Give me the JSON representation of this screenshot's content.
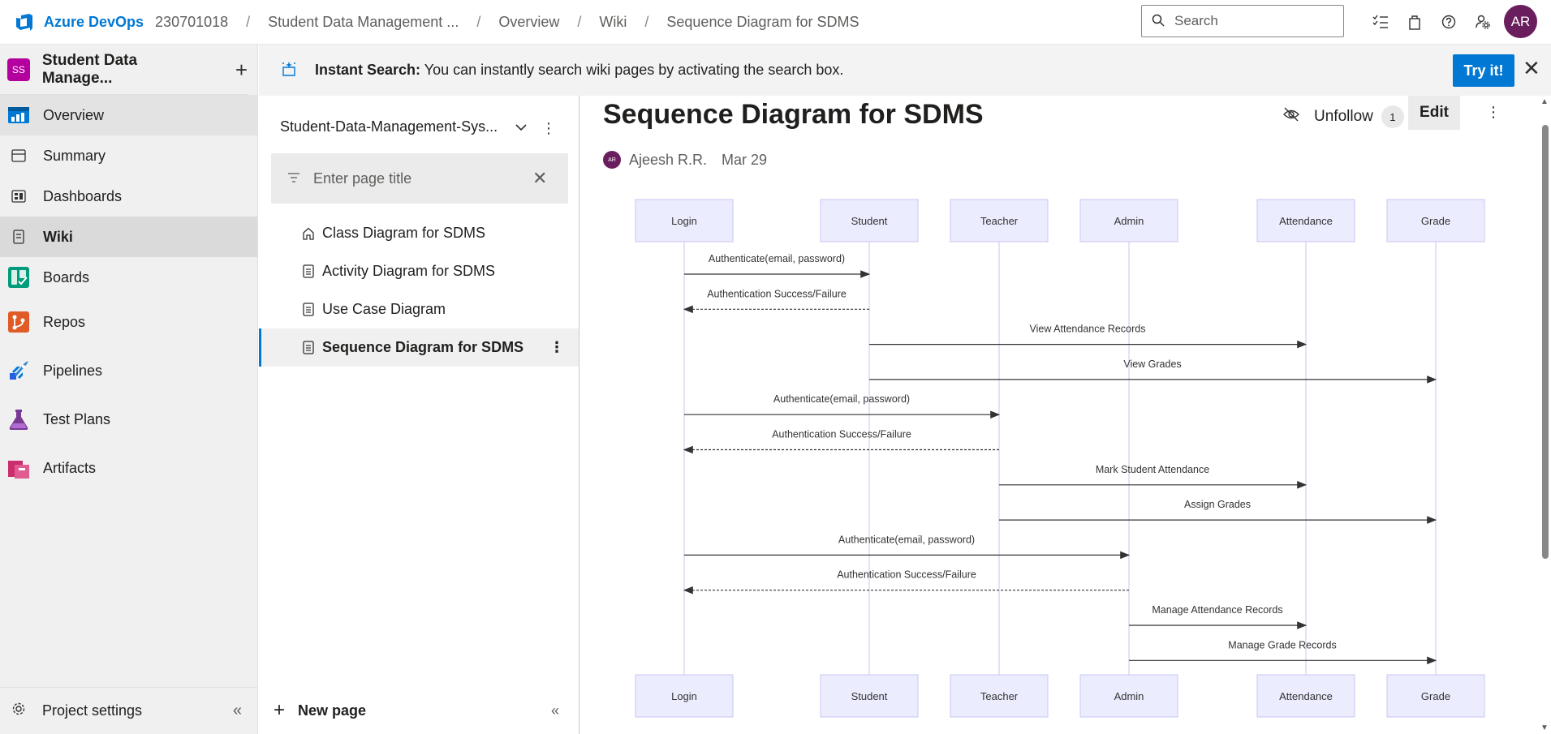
{
  "header": {
    "brand": "Azure DevOps",
    "breadcrumbs": [
      "230701018",
      "Student Data Management ...",
      "Overview",
      "Wiki",
      "Sequence Diagram for SDMS"
    ],
    "search_placeholder": "Search",
    "avatar_initials": "AR",
    "icons": [
      "checklist-icon",
      "shopping-bag-icon",
      "help-icon",
      "user-settings-icon"
    ]
  },
  "sidebar": {
    "project_initials": "SS",
    "project_name": "Student Data Manage...",
    "items": [
      {
        "label": "Overview",
        "icon": "overview-icon"
      },
      {
        "label": "Summary",
        "icon": "summary-icon"
      },
      {
        "label": "Dashboards",
        "icon": "dashboards-icon"
      },
      {
        "label": "Wiki",
        "icon": "wiki-icon"
      },
      {
        "label": "Boards",
        "icon": "boards-icon"
      },
      {
        "label": "Repos",
        "icon": "repos-icon"
      },
      {
        "label": "Pipelines",
        "icon": "pipelines-icon"
      },
      {
        "label": "Test Plans",
        "icon": "test-plans-icon"
      },
      {
        "label": "Artifacts",
        "icon": "artifacts-icon"
      }
    ],
    "settings_label": "Project settings"
  },
  "banner": {
    "title": "Instant Search:",
    "text": "You can instantly search wiki pages by activating the search box.",
    "button": "Try it!"
  },
  "tree": {
    "wiki_name": "Student-Data-Management-Sys...",
    "filter_placeholder": "Enter page title",
    "pages": [
      {
        "label": "Class Diagram for SDMS",
        "icon": "home-icon"
      },
      {
        "label": "Activity Diagram for SDMS",
        "icon": "page-icon"
      },
      {
        "label": "Use Case Diagram",
        "icon": "page-icon"
      },
      {
        "label": "Sequence Diagram for SDMS",
        "icon": "page-icon",
        "selected": true
      }
    ],
    "new_page_label": "New page"
  },
  "content": {
    "title": "Sequence Diagram for SDMS",
    "unfollow_label": "Unfollow",
    "follow_count": "1",
    "edit_label": "Edit",
    "author_initials": "AR",
    "author": "Ajeesh R.R.",
    "date": "Mar 29"
  },
  "diagram": {
    "participants": [
      "Login",
      "Student",
      "Teacher",
      "Admin",
      "Attendance",
      "Grade"
    ],
    "messages": [
      {
        "from": "Login",
        "to": "Student",
        "label": "Authenticate(email, password)",
        "type": "solid"
      },
      {
        "from": "Student",
        "to": "Login",
        "label": "Authentication Success/Failure",
        "type": "dotted"
      },
      {
        "from": "Student",
        "to": "Attendance",
        "label": "View Attendance Records",
        "type": "solid"
      },
      {
        "from": "Student",
        "to": "Grade",
        "label": "View Grades",
        "type": "solid"
      },
      {
        "from": "Login",
        "to": "Teacher",
        "label": "Authenticate(email, password)",
        "type": "solid"
      },
      {
        "from": "Teacher",
        "to": "Login",
        "label": "Authentication Success/Failure",
        "type": "dotted"
      },
      {
        "from": "Teacher",
        "to": "Attendance",
        "label": "Mark Student Attendance",
        "type": "solid"
      },
      {
        "from": "Teacher",
        "to": "Grade",
        "label": "Assign Grades",
        "type": "solid"
      },
      {
        "from": "Login",
        "to": "Admin",
        "label": "Authenticate(email, password)",
        "type": "solid"
      },
      {
        "from": "Admin",
        "to": "Login",
        "label": "Authentication Success/Failure",
        "type": "dotted"
      },
      {
        "from": "Admin",
        "to": "Attendance",
        "label": "Manage Attendance Records",
        "type": "solid"
      },
      {
        "from": "Admin",
        "to": "Grade",
        "label": "Manage Grade Records",
        "type": "solid"
      }
    ]
  }
}
